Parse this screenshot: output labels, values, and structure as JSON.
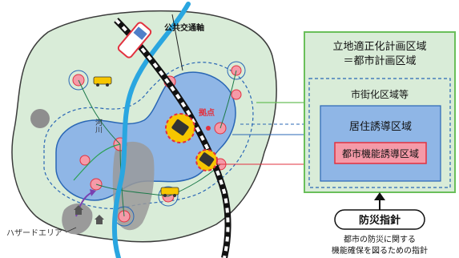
{
  "map": {
    "transit_axis_label": "公共交通軸",
    "hub_label": "拠点",
    "river_label": "河川",
    "hazard_label": "ハザードエリア"
  },
  "zones": {
    "planning_area_title_line1": "立地適正化計画区域",
    "planning_area_title_line2": "＝都市計画区域",
    "urbanization_area_label": "市街化区域等",
    "residential_guidance_label": "居住誘導区域",
    "urban_function_guidance_label": "都市機能誘導区域"
  },
  "disaster": {
    "guideline_label": "防災指針",
    "description_line1": "都市の防災に関する",
    "description_line2": "機能確保を図るための指針"
  },
  "colors": {
    "city_fill": "#d9ecd8",
    "city_stroke": "#3a3a3a",
    "zone_green_border": "#6abf5a",
    "residential_blue": "#8fb6e6",
    "urban_function_pink": "#f59aa8",
    "urban_function_red": "#e2313f",
    "river_blue": "#2aa6e0",
    "hazard_gray": "#9a9a9a",
    "hub_yellow": "#f7c600",
    "rail_black": "#111111"
  }
}
